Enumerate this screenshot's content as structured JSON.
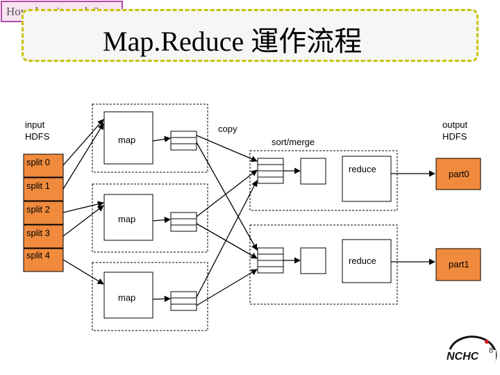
{
  "header": {
    "tag": "How does it work ?",
    "title": "Map.Reduce  運作流程"
  },
  "input": {
    "label_line1": "input",
    "label_line2": "HDFS",
    "splits": [
      "split 0",
      "split 1",
      "split 2",
      "split 3",
      "split 4"
    ]
  },
  "map_stage": {
    "labels": [
      "map",
      "map",
      "map"
    ]
  },
  "shuffle": {
    "copy_label": "copy",
    "sort_merge_label": "sort/merge"
  },
  "reduce_stage": {
    "labels": [
      "reduce",
      "reduce"
    ]
  },
  "output": {
    "label_line1": "output",
    "label_line2": "HDFS",
    "parts": [
      "part0",
      "part1"
    ]
  },
  "footer": {
    "logo_text": "NCHC",
    "page_number": "8"
  },
  "colors": {
    "split_fill": "#f08a3c",
    "title_border": "#c9c200",
    "tag_border": "#b14aa8",
    "logo_dot": "#d11a1a"
  }
}
